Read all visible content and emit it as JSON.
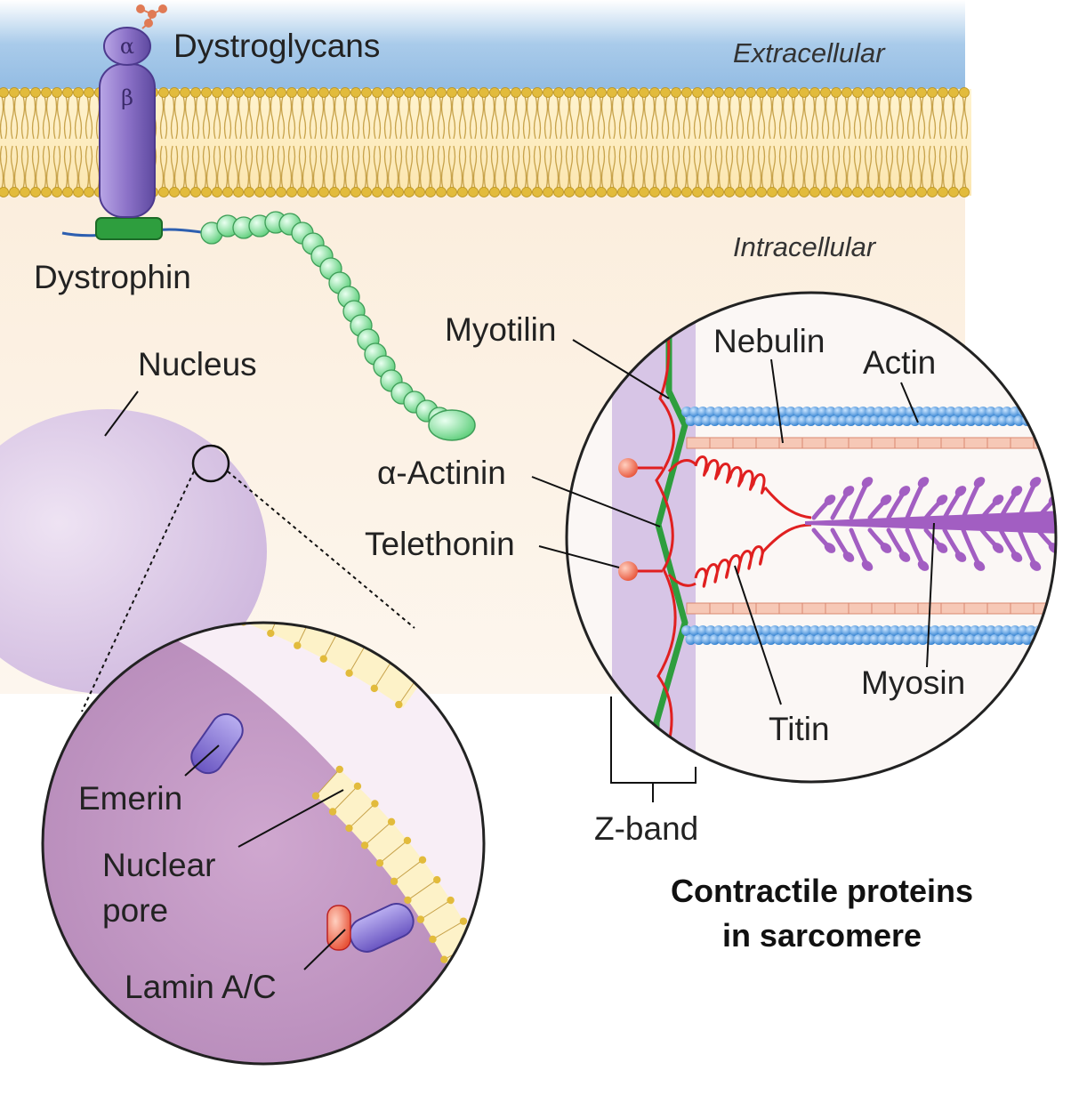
{
  "regions": {
    "extracellular": "Extracellular",
    "intracellular": "Intracellular"
  },
  "labels": {
    "dystroglycans": "Dystroglycans",
    "alpha": "α",
    "beta": "β",
    "dystrophin": "Dystrophin",
    "nucleus": "Nucleus",
    "emerin": "Emerin",
    "nuclear_pore_1": "Nuclear",
    "nuclear_pore_2": "pore",
    "lamin": "Lamin A/C",
    "myotilin": "Myotilin",
    "nebulin": "Nebulin",
    "actin": "Actin",
    "alpha_actinin": "α-Actinin",
    "telethonin": "Telethonin",
    "myosin": "Myosin",
    "titin": "Titin",
    "z_band": "Z-band"
  },
  "caption": {
    "line1": "Contractile proteins",
    "line2": "in sarcomere"
  },
  "colors": {
    "extracellular_top": "#9ec3e6",
    "cytoplasm": "#fbeedd",
    "lipid_head": "#e2bb3c",
    "lipid_tail": "#c7a24a",
    "dystroglycan": "#8a6fc4",
    "dystrophin": "#2e9e3e",
    "alpha_actinin_bead": "#8ee6a4",
    "nucleus": "#dccbe6",
    "nucleoplasm": "#c9a6cf",
    "emerin": "#8b78d6",
    "lamin": "#e8452e",
    "z_band": "#d4c2e4",
    "actin": "#4a9be0",
    "nebulin": "#f0a790",
    "titin": "#e02020",
    "myosin": "#a25ec2"
  }
}
